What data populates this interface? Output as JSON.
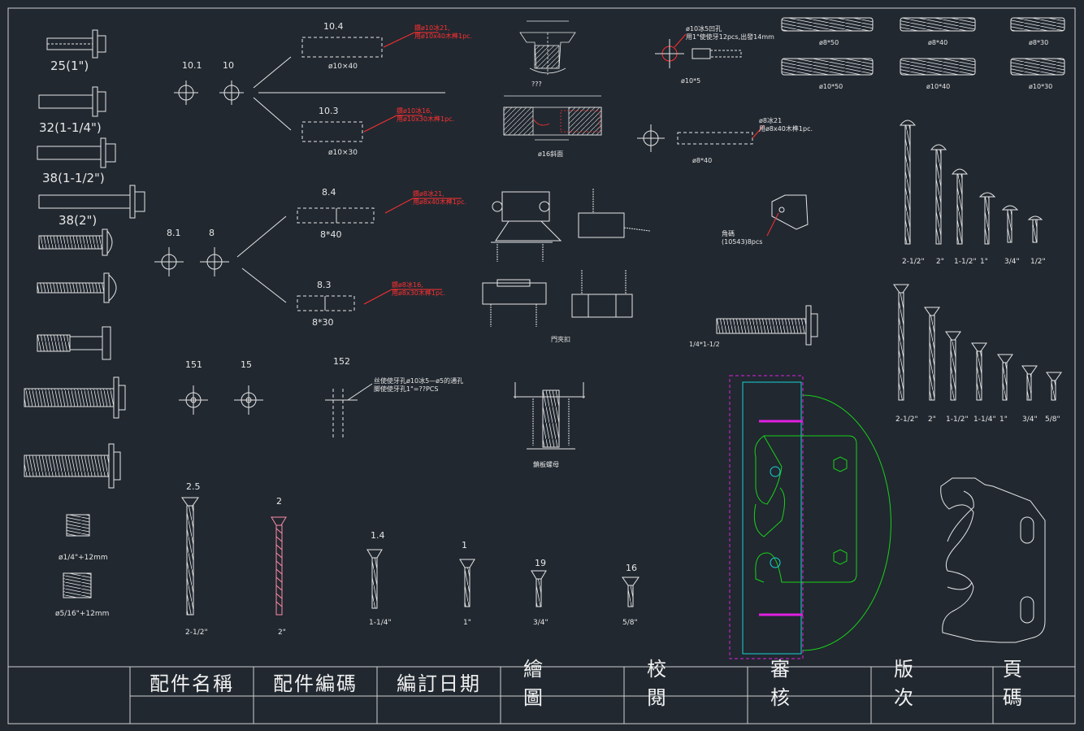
{
  "colors": {
    "background": "#212830",
    "line": "#e6e6e6",
    "red": "#ff3030",
    "green": "#19d219",
    "cyan": "#19d2d2",
    "magenta": "#e020e0",
    "pink": "#ff8ca8"
  },
  "bolts": {
    "labels": [
      "25(1\")",
      "32(1-1/4\")",
      "38(1-1/2\")",
      "38(2\")"
    ],
    "insert_labels": [
      "ø1/4\"+12mm",
      "ø5/16\"+12mm"
    ]
  },
  "holes": {
    "row1": [
      "10.1",
      "10"
    ],
    "row2": [
      "8.1",
      "8"
    ],
    "row3": [
      "151",
      "15"
    ],
    "row4_code": "152",
    "row4_note1": "丝使使牙孔ø10冰5—ø5的通孔",
    "row4_note2": "脚使使牙孔1\"=??PCS"
  },
  "dowels_parts": {
    "p104": {
      "code": "10.4",
      "size": "ø10×40",
      "note1": "鑽ø10冰21,",
      "note2": "用ø10x40木榫1pc."
    },
    "p103": {
      "code": "10.3",
      "size": "ø10×30",
      "note1": "鑽ø10冰16,",
      "note2": "用ø10x30木榫1pc."
    },
    "p84": {
      "code": "8.4",
      "size": "8*40",
      "note1": "鑽ø8冰21,",
      "note2": "用ø8x40木榫1pc."
    },
    "p83": {
      "code": "8.3",
      "size": "8*30",
      "note1": "鑽ø8冰16,",
      "note2": "用ø8x30木榫1pc."
    }
  },
  "misc": {
    "profile1_label": "???",
    "profile2_label": "ø16斜面",
    "hinge_label": "門夾扣",
    "bracket_label": "鎖板螺母",
    "dowel_hole_top": "ø10*5",
    "dowel_hole_note1": "ø10冰5凹孔",
    "dowel_hole_note2": "用1\"使使牙12pcs,出發14mm",
    "dowel_hole_mid_note1": "ø8冰21",
    "dowel_hole_mid_note2": "用ø8x40木榫1pc.",
    "dowel_hole_mid_size": "ø8*40",
    "corner_note1": "角碼",
    "corner_note2": "(10543)8pcs",
    "long_bolt_label": "1/4*1-1/2"
  },
  "fluted_dowels": [
    "ø8*50",
    "ø8*40",
    "ø8*30",
    "ø10*50",
    "ø10*40",
    "ø10*30"
  ],
  "screws_right_top": [
    "2-1/2\"",
    "2\"",
    "1-1/2\"",
    "1\"",
    "3/4\"",
    "1/2\""
  ],
  "screws_right_bottom": [
    "2-1/2\"",
    "2\"",
    "1-1/2\"",
    "1-1/4\"",
    "1\"",
    "3/4\"",
    "5/8\""
  ],
  "screws_bottom": {
    "codes": [
      "2.5",
      "2",
      "1.4",
      "1",
      "19",
      "16"
    ],
    "sizes": [
      "2-1/2\"",
      "2\"",
      "1-1/4\"",
      "1\"",
      "3/4\"",
      "5/8\""
    ]
  },
  "title_block": [
    "配件名稱",
    "配件編碼",
    "編訂日期",
    "繪圖",
    "校閱",
    "審核",
    "版次",
    "頁碼"
  ]
}
